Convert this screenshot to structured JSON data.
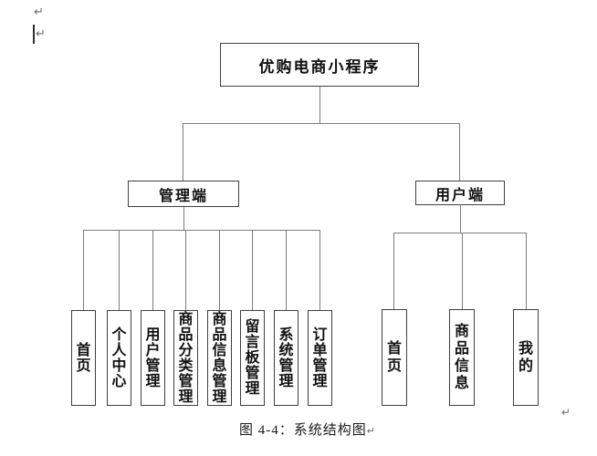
{
  "colors": {
    "background": "#ffffff",
    "box_border": "#3f3f3f",
    "connector_line": "#7d7d7d",
    "text": "#111111",
    "formatting_mark": "#6b6b6b"
  },
  "formatting_marks": {
    "paragraph_mark": "↵"
  },
  "diagram": {
    "root": {
      "label": "优购电商小程序"
    },
    "branches": [
      {
        "label": "管理端",
        "children": [
          {
            "label": "首页"
          },
          {
            "label": "个人中心"
          },
          {
            "label": "用户管理"
          },
          {
            "label": "商品分类管理"
          },
          {
            "label": "商品信息管理"
          },
          {
            "label": "留言板管理"
          },
          {
            "label": "系统管理"
          },
          {
            "label": "订单管理"
          }
        ]
      },
      {
        "label": "用户端",
        "children": [
          {
            "label": "首页"
          },
          {
            "label": "商品信息"
          },
          {
            "label": "我的"
          }
        ]
      }
    ]
  },
  "caption": {
    "text": "图 4-4：系统结构图",
    "trailing_mark": "↵"
  }
}
